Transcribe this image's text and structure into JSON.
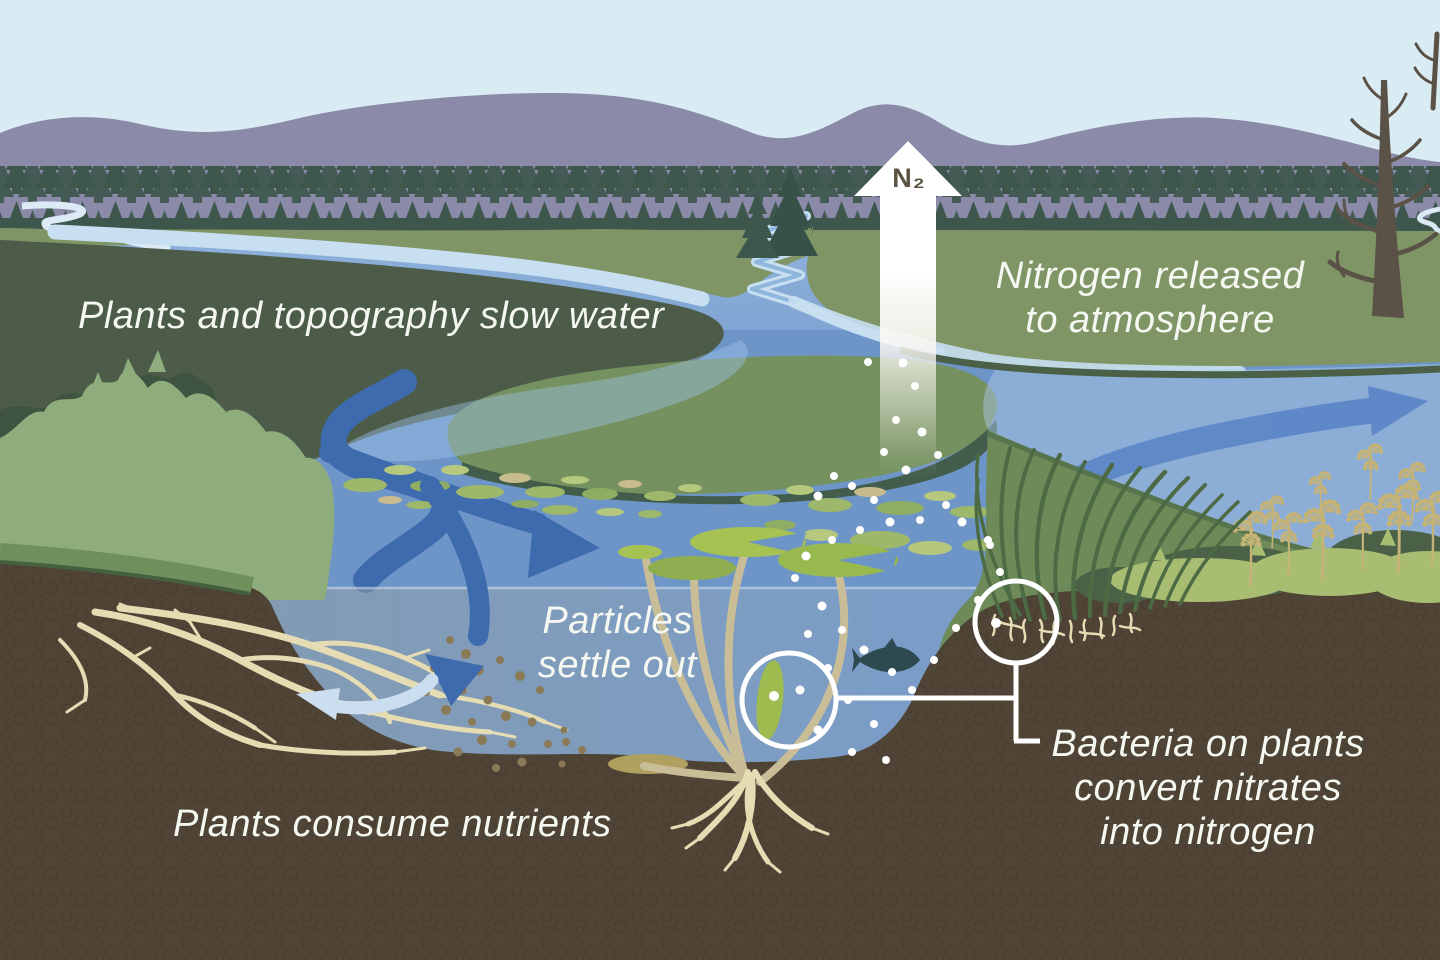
{
  "diagram": {
    "subject": "Wetland nitrogen cycle illustration",
    "labels": {
      "slow_water": "Plants and topography slow water",
      "nitrogen_released": "Nitrogen released\nto atmosphere",
      "n2": "N₂",
      "particles": "Particles\nsettle out",
      "consume": "Plants consume nutrients",
      "bacteria": "Bacteria on plants\nconvert nitrates\ninto nitrogen"
    },
    "colors": {
      "sky": "#d9ecf4",
      "mountains": "#8b8aa8",
      "treeline": "#3d574d",
      "meadow": "#7f9566",
      "wetland_patch": "#4c5c49",
      "water": "#6e95c8",
      "stream_highlight": "#c8dff1",
      "channel_blue": "#3e6aae",
      "big_arrow_blue": "#5b85c6",
      "soil": "#4f4435",
      "roots": "#e6dcb4",
      "label_text": "#f5f7f1",
      "n2_text": "#5a5340"
    }
  }
}
